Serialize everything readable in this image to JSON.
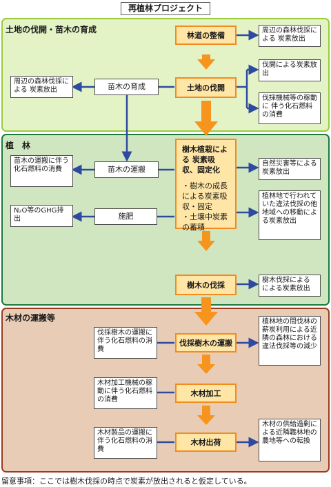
{
  "title": "再植林プロジェクト",
  "sections": {
    "s1": "土地の伐開・苗木の育成",
    "s2": "植　林",
    "s3": "木材の運搬等"
  },
  "main": {
    "rindo": "林道の整備",
    "bakkai": "土地の伐開",
    "plant_title": "樹木植栽による 炭素吸収、固定化",
    "plant_item1": "・樹木の成長による炭素吸収・固定",
    "plant_item2": "・土壌中炭素の蓄積",
    "bassai": "樹木の伐採",
    "unpan": "伐採樹木の運搬",
    "kakou": "木材加工",
    "shukka": "木材出荷"
  },
  "middle": {
    "ikusei": "苗木の育成",
    "unpan": "苗木の運搬",
    "sehi": "施肥"
  },
  "left": {
    "l1": "周辺の森林伐採による 炭素放出",
    "l2": "苗木の運搬に伴う化石燃料の消費",
    "l3": "N₂O等のGHG排出",
    "l4": "伐採樹木の運搬に伴う化石燃料の消費",
    "l5": "木材加工機械の稼動に伴う化石燃料の消費",
    "l6": "木材製品の運搬に伴う化石燃料の消費"
  },
  "right": {
    "r1": "周辺の森林伐採による 炭素放出",
    "r2": "伐開による炭素放出",
    "r3": "伐採機械等の稼動に 伴う化石燃料の消費",
    "r4": "自然災害等による炭素放出",
    "r5": "植林地で行われていた違法伐採の他地域への移動による炭素放出",
    "r6": "樹木伐採による による炭素放出",
    "r7": "植林地の間伐林の薪炭利用による近隣の森林における違法伐採等の減少",
    "r8": "木材の供給過剰による近隣職林地の農地等への転換"
  },
  "note": "留意事項：ここでは樹木伐採の時点で炭素が放出されると仮定している。",
  "colors": {
    "s1_bg": "#e3f3c6",
    "s1_border": "#9acb3c",
    "s2_bg": "#d0e6c1",
    "s2_border": "#1b7a3a",
    "s3_bg": "#e8ccb6",
    "s3_border": "#9c3a1e",
    "main_fill": "#ffe6a6",
    "orange_arrow": "#f7941d",
    "blue_arrow": "#2e4aa0"
  }
}
